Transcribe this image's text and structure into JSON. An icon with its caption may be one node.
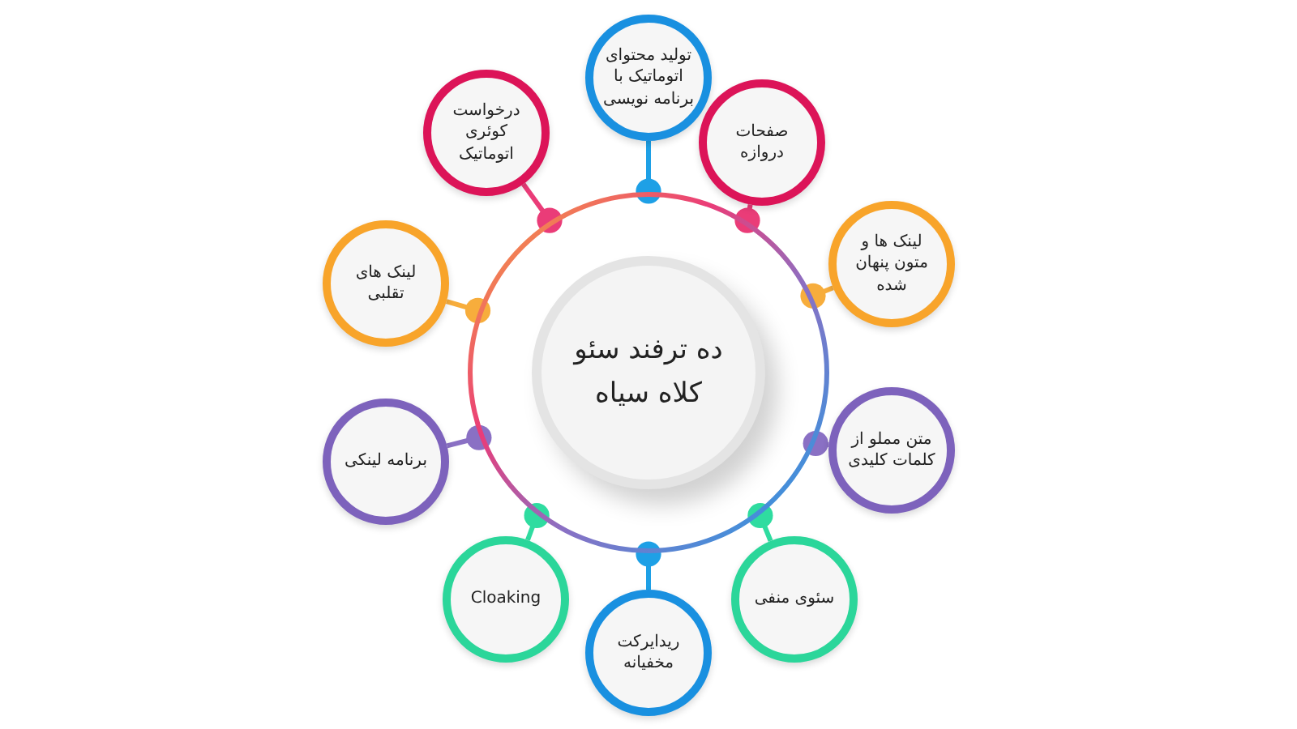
{
  "diagram": {
    "nodes": [
      {
        "text": [],
        "shape": "circle"
      },
      {
        "text": [
          "ده ترفند سئو کلاه سیاه"
        ],
        "in": 0
      },
      {
        "text": [
          "تولید محتوای اتوماتیک با برنامه نویسی"
        ]
      },
      {
        "text": [
          "صفحات دروازه"
        ]
      },
      {
        "text": [
          "لینک ها و متون پنهان شده"
        ]
      },
      {
        "text": [
          "متن مملو از کلمات کلیدی"
        ]
      },
      {
        "text": [
          "سئوی منفی"
        ]
      },
      {
        "text": [
          "ریدایرکت مخفیانه"
        ]
      },
      {
        "text": [
          "Cloaking"
        ]
      },
      {
        "text": [
          "برنامه لینکی"
        ]
      },
      {
        "text": [
          "لینک های تقلبی"
        ]
      },
      {
        "text": [
          "درخواست کوئری اتوماتیک"
        ]
      }
    ],
    "edges": [
      {
        "from": 0,
        "to": 2,
        "arrow": "other",
        "color": "#1ea0e6"
      },
      {
        "from": 0,
        "to": 3,
        "arrow": "other",
        "color": "#ea3c78"
      },
      {
        "from": 0,
        "to": 4,
        "arrow": "other",
        "color": "#f7ad3c"
      },
      {
        "from": 0,
        "to": 5,
        "arrow": "other",
        "color": "#8a70c4"
      },
      {
        "from": 0,
        "to": 6,
        "arrow": "other",
        "color": "#2fdca0"
      },
      {
        "from": 0,
        "to": 7,
        "arrow": "other",
        "color": "#1ea0e6"
      },
      {
        "from": 0,
        "to": 8,
        "arrow": "other",
        "color": "#2fdca0"
      },
      {
        "from": 0,
        "to": 9,
        "arrow": "other",
        "color": "#8a70c4"
      },
      {
        "from": 0,
        "to": 10,
        "arrow": "other",
        "color": "#f7ad3c"
      },
      {
        "from": 0,
        "to": 11,
        "arrow": "other",
        "color": "#ea3c78"
      }
    ]
  }
}
